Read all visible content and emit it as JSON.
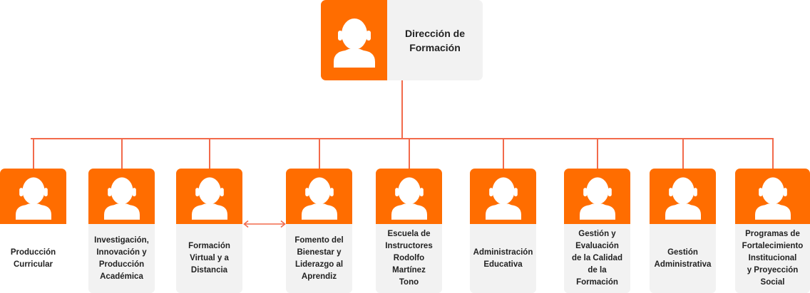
{
  "diagram": {
    "root": {
      "label": "Dirección de\nFormación",
      "icon": "person-icon"
    },
    "children": [
      {
        "label": "Producción\nCurricular",
        "icon": "person-icon"
      },
      {
        "label": "Investigación,\nInnovación y\nProducción\nAcadémica",
        "icon": "person-icon"
      },
      {
        "label": "Formación\nVirtual y a\nDistancia",
        "icon": "person-icon"
      },
      {
        "label": "Fomento del\nBienestar y\nLiderazgo al\nAprendiz",
        "icon": "person-icon"
      },
      {
        "label": "Escuela de\nInstructores\nRodolfo\nMartínez\nTono",
        "icon": "person-icon"
      },
      {
        "label": "Administración\nEducativa",
        "icon": "person-icon"
      },
      {
        "label": "Gestión y\nEvaluación\nde la Calidad\nde la\nFormación",
        "icon": "person-icon"
      },
      {
        "label": "Gestión\nAdministrativa",
        "icon": "person-icon"
      },
      {
        "label": "Programas de\nFortalecimiento\nInstitucional\ny Proyección\nSocial",
        "icon": "person-icon"
      }
    ],
    "colors": {
      "accent": "#ff6d00",
      "connector": "#f26a4b",
      "card": "#f2f2f2",
      "text": "#222222"
    }
  }
}
